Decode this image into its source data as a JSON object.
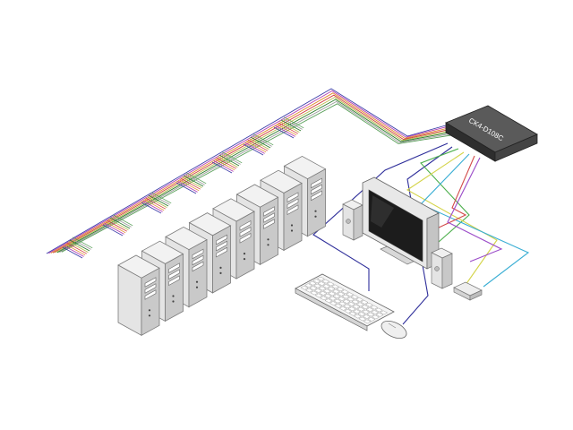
{
  "kvm_switch": {
    "model_label": "CK4-D108C",
    "body_color": "#3c3c3c",
    "port_count": 8
  },
  "cable_colors": [
    "#3a3aa8",
    "#b23cb2",
    "#e08a2a",
    "#d23c3c",
    "#b8b84a",
    "#2a7a2a",
    "#9a9a9a",
    "#5aa05a"
  ],
  "console_cable_colors": {
    "keyboard": "#2e2e9a",
    "mouse": "#2e2e9a",
    "video_1": "#4caf4c",
    "video_2": "#d4d44a",
    "video_3": "#3aaed4",
    "video_4": "#d24a4a",
    "audio": "#9a4ac8"
  },
  "computers": [
    {
      "id": "pc-1"
    },
    {
      "id": "pc-2"
    },
    {
      "id": "pc-3"
    },
    {
      "id": "pc-4"
    },
    {
      "id": "pc-5"
    },
    {
      "id": "pc-6"
    },
    {
      "id": "pc-7"
    },
    {
      "id": "pc-8"
    }
  ],
  "console": {
    "items": [
      "monitor",
      "speaker-left",
      "speaker-right",
      "keyboard",
      "mouse",
      "audio-adapter"
    ]
  }
}
